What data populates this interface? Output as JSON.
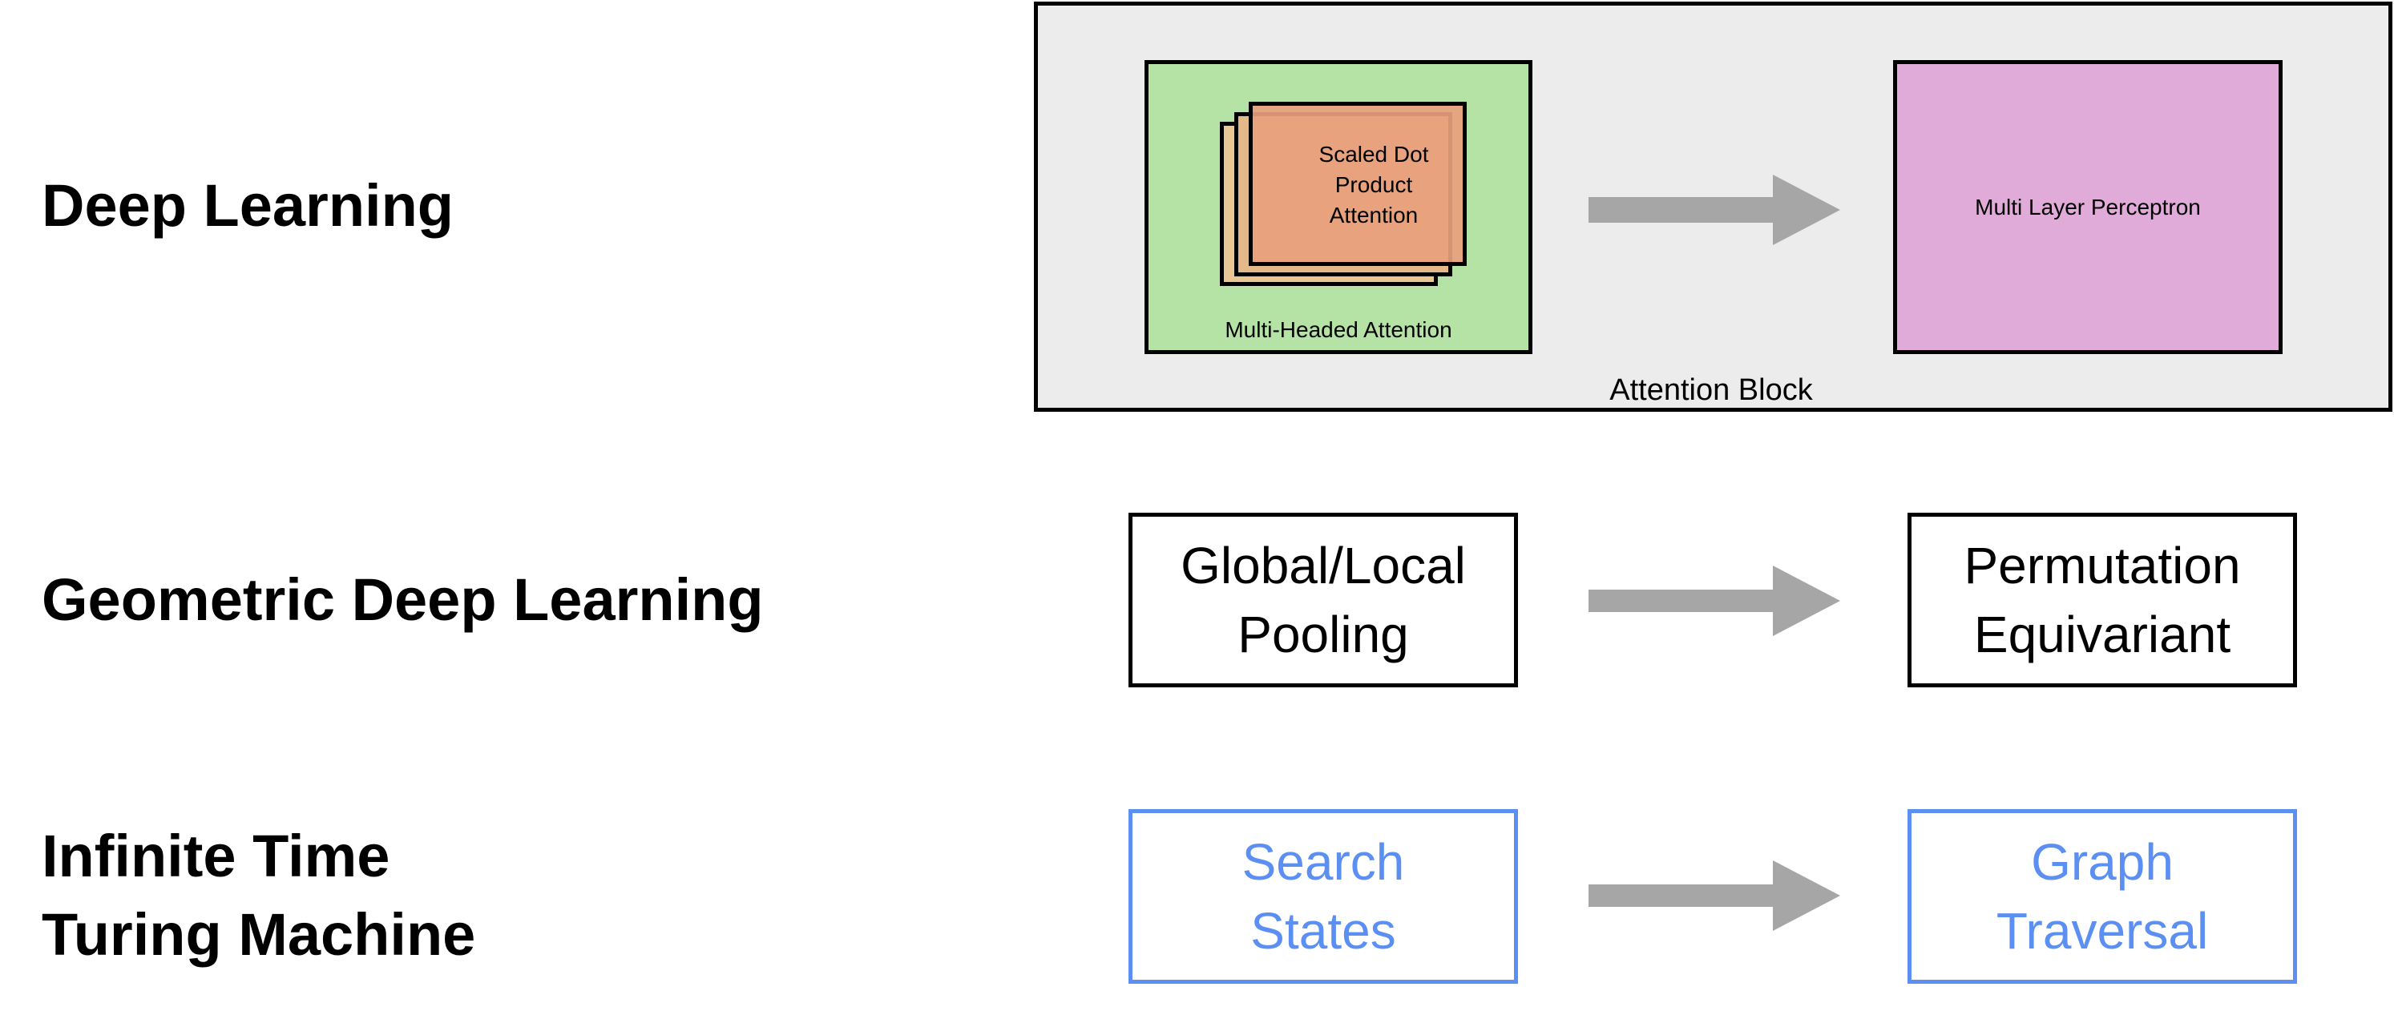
{
  "rows": {
    "deep_learning": {
      "label": "Deep Learning"
    },
    "geometric": {
      "label": "Geometric Deep Learning"
    },
    "ittm": {
      "line1": "Infinite Time",
      "line2": "Turing Machine"
    }
  },
  "attention_block": {
    "label": "Attention Block",
    "mha_label": "Multi-Headed Attention",
    "sdpa_lines": [
      "Scaled Dot",
      "Product",
      "Attention"
    ],
    "mlp_label": "Multi Layer Perceptron"
  },
  "geometric_boxes": {
    "left": [
      "Global/Local",
      "Pooling"
    ],
    "right": [
      "Permutation",
      "Equivariant"
    ]
  },
  "ittm_boxes": {
    "left": [
      "Search",
      "States"
    ],
    "right": [
      "Graph",
      "Traversal"
    ]
  },
  "colors": {
    "attention_bg": "#ececec",
    "mha_green": "#b5e3a5",
    "sdpa_orange": "#e8a882",
    "sdpa_back": "#e8c795",
    "mlp_pink": "#e0aad9",
    "arrow_gray": "#a6a6a6",
    "blue": "#5b8ff2"
  }
}
